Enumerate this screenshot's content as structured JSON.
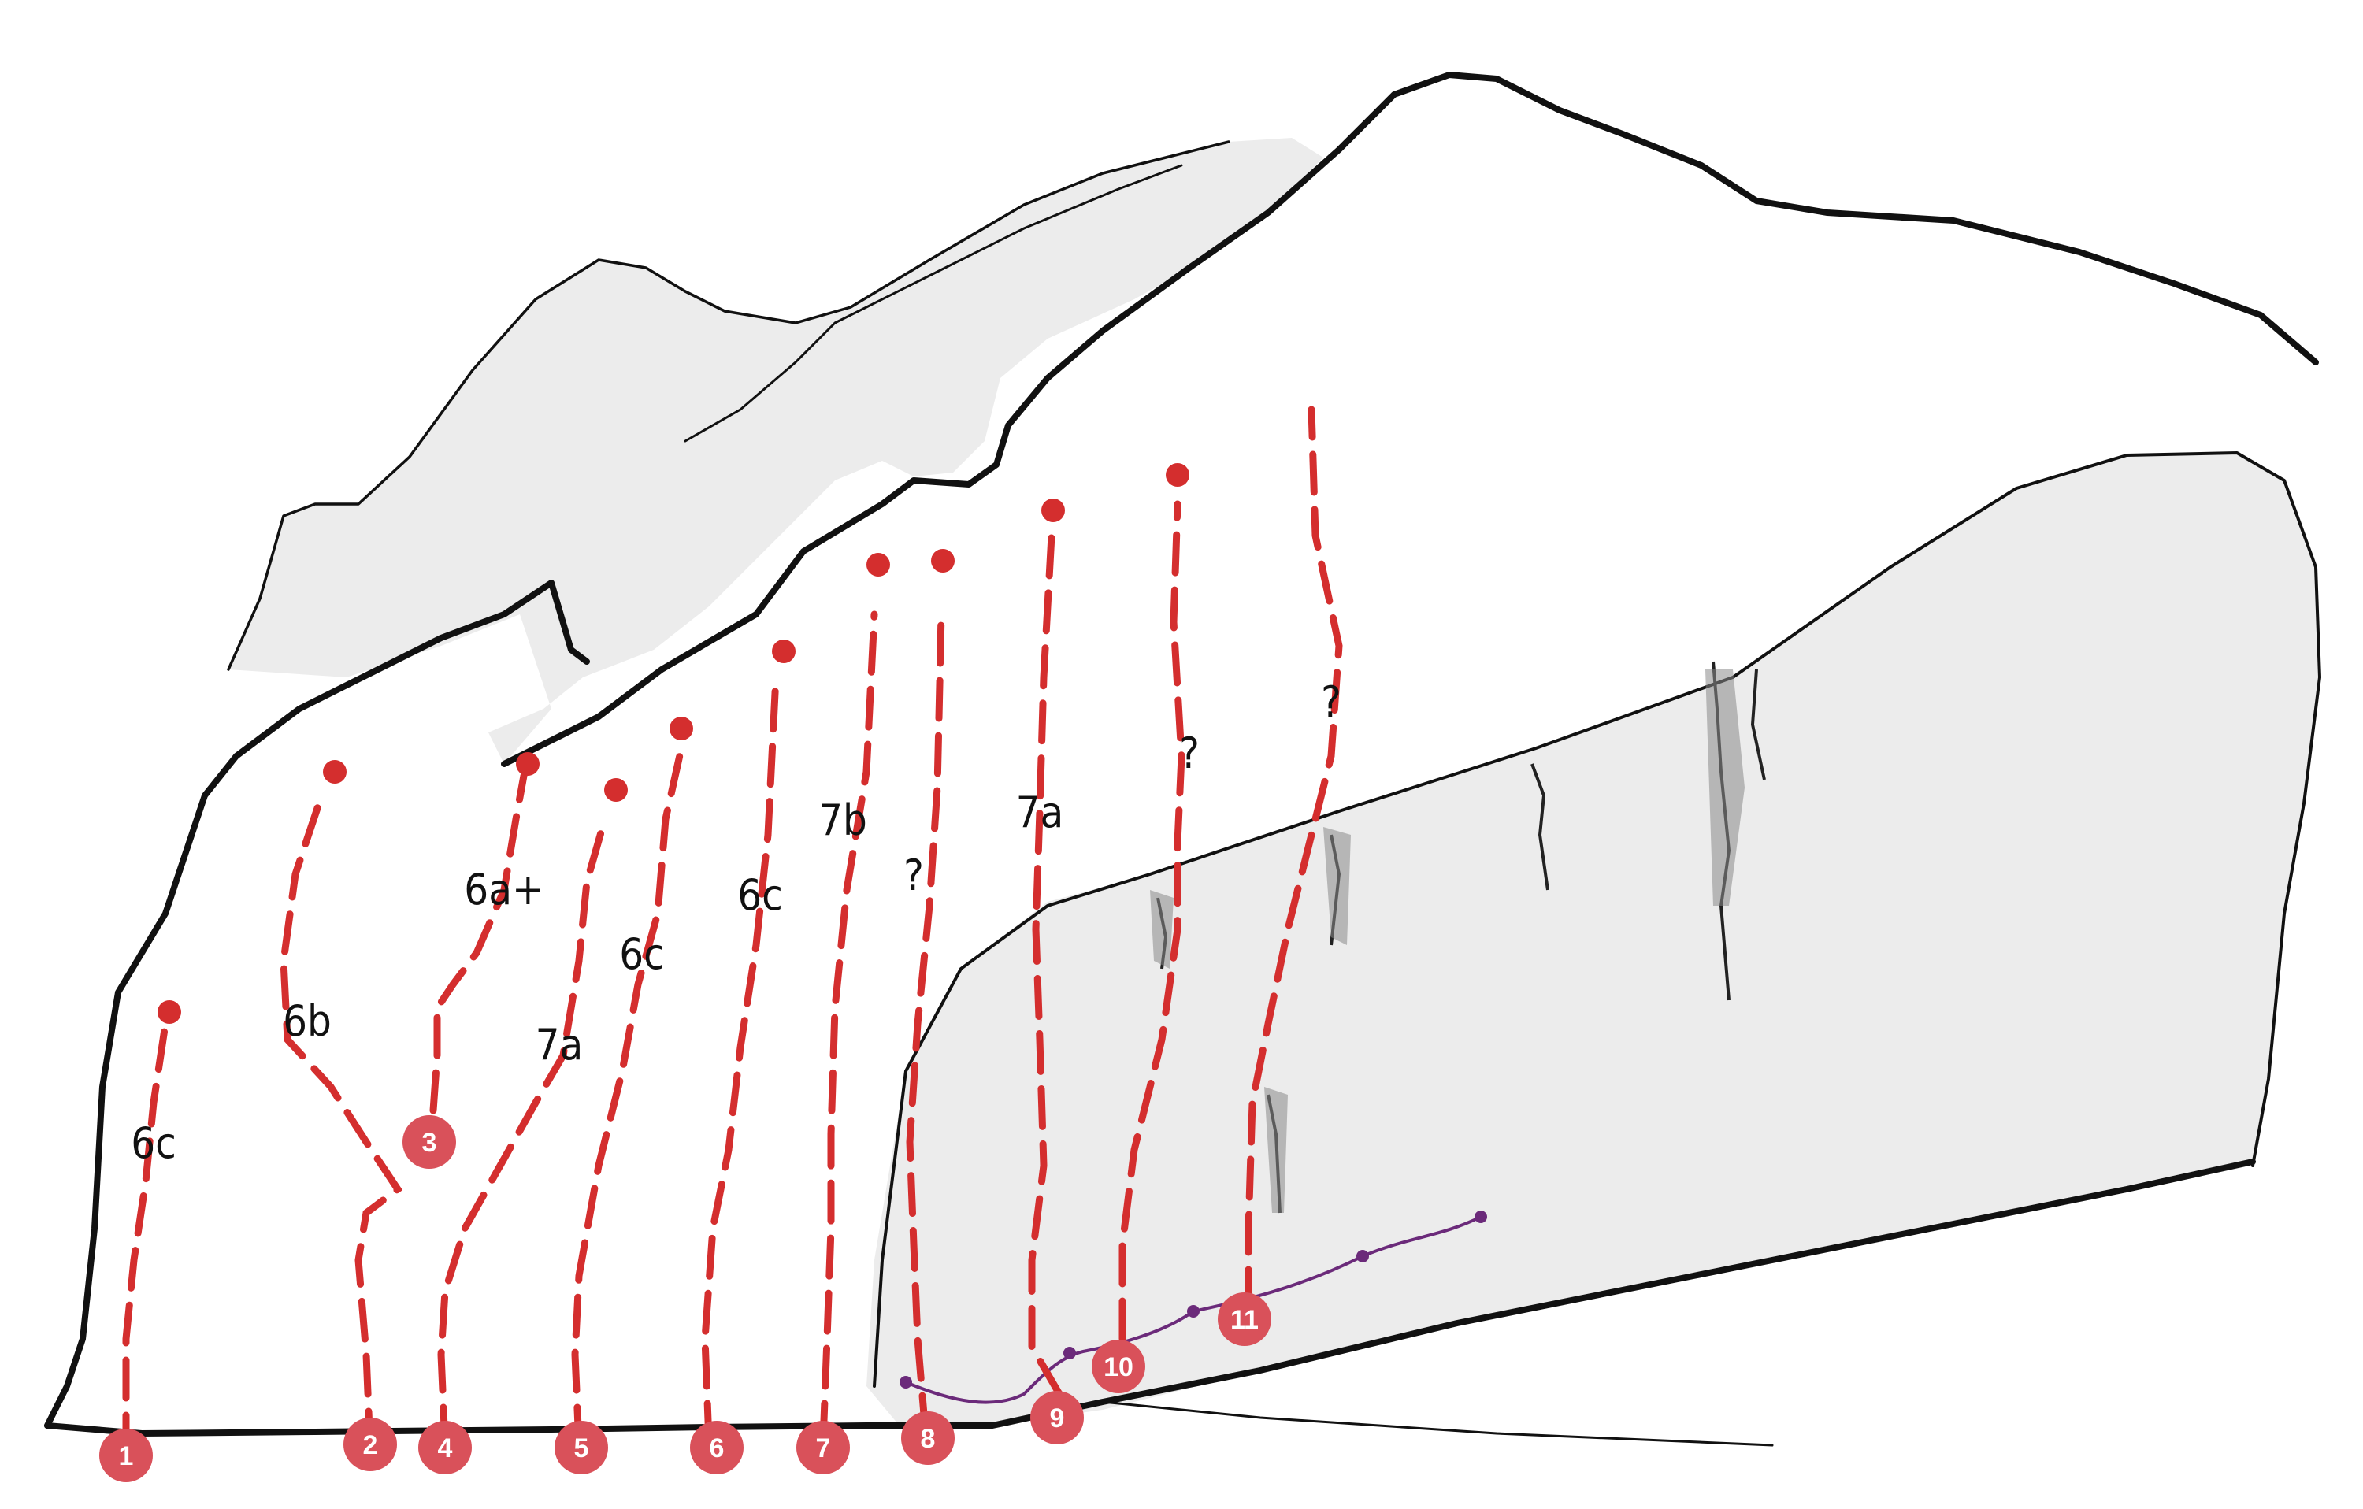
{
  "colors": {
    "route": "#d42e2e",
    "badge": "#d9515a",
    "traverse": "#6b2a7a",
    "rock_shade": "#ececec",
    "outline": "#111111"
  },
  "routes": [
    {
      "number": "1",
      "grade": "6c"
    },
    {
      "number": "2",
      "grade": "6b"
    },
    {
      "number": "3",
      "grade": "6a+"
    },
    {
      "number": "4",
      "grade": "7a"
    },
    {
      "number": "5",
      "grade": "6c"
    },
    {
      "number": "6",
      "grade": "6c"
    },
    {
      "number": "7",
      "grade": "7b"
    },
    {
      "number": "8",
      "grade": "?"
    },
    {
      "number": "9",
      "grade": "7a"
    },
    {
      "number": "10",
      "grade": "?"
    },
    {
      "number": "11",
      "grade": "?"
    }
  ]
}
